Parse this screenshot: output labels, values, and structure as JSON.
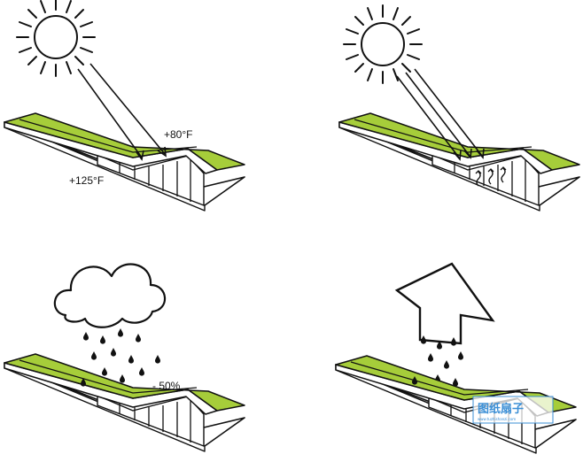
{
  "panels": {
    "top_left": {
      "label_roof_temp": "+80°F",
      "label_surface_temp": "+125°F"
    },
    "bottom_left": {
      "label_runoff": "- 50%"
    }
  },
  "watermark": {
    "text": "图纸扇子",
    "subtext": "www.tuzhishanzi.com"
  },
  "colors": {
    "roof_green": "#a6cd3a",
    "line": "#111111",
    "watermark": "#3b8fd6"
  },
  "icons": [
    "sun-icon",
    "cloud-icon",
    "raindrop-icon",
    "up-arrow-icon"
  ]
}
